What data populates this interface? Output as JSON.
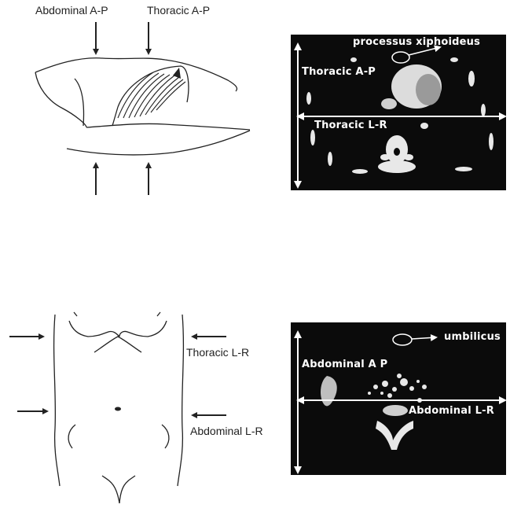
{
  "colors": {
    "ink": "#222222",
    "ct_background": "#0b0b0b",
    "ct_label": "#ffffff",
    "ct_tissue": "#e8e8e8"
  },
  "top_left": {
    "label_abdominal_ap": "Abdominal A-P",
    "label_thoracic_ap": "Thoracic A-P"
  },
  "top_right": {
    "label_xiphoid": "processus xiphoideus",
    "label_thoracic_ap": "Thoracic A-P",
    "label_thoracic_lr": "Thoracic L-R"
  },
  "bottom_left": {
    "label_thoracic_lr": "Thoracic L-R",
    "label_abdominal_lr": "Abdominal L-R"
  },
  "bottom_right": {
    "label_umbilicus": "umbilicus",
    "label_abdominal_ap": "Abdominal A P",
    "label_abdominal_lr": "Abdominal L-R"
  }
}
